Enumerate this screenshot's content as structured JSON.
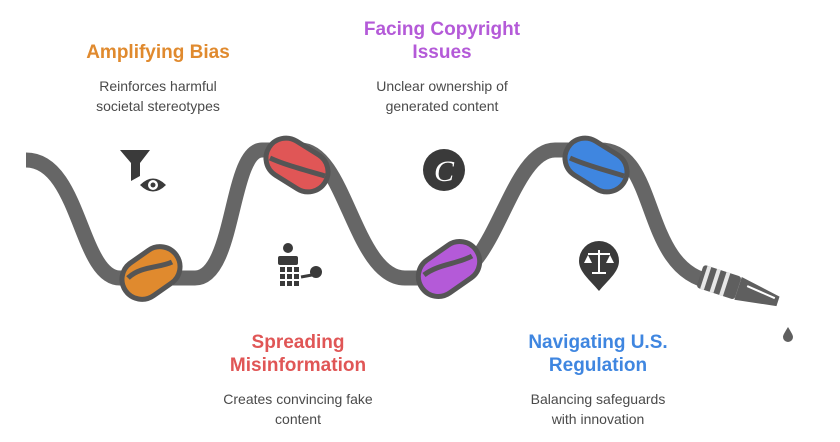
{
  "steps": [
    {
      "title_line1": "Amplifying Bias",
      "title_line2": "",
      "desc_line1": "Reinforces harmful",
      "desc_line2": "societal stereotypes",
      "color": "#e08a2e",
      "icon": "filter-eye-icon"
    },
    {
      "title_line1": "Spreading",
      "title_line2": "Misinformation",
      "desc_line1": "Creates convincing fake",
      "desc_line2": "content",
      "color": "#e05656",
      "icon": "person-broadcast-icon"
    },
    {
      "title_line1": "Facing Copyright",
      "title_line2": "Issues",
      "desc_line1": "Unclear ownership of",
      "desc_line2": "generated content",
      "color": "#b45ad8",
      "icon": "copyright-c-icon"
    },
    {
      "title_line1": "Navigating U.S.",
      "title_line2": "Regulation",
      "desc_line1": "Balancing safeguards",
      "desc_line2": "with innovation",
      "color": "#3f86e0",
      "icon": "scales-marker-icon"
    }
  ],
  "hose_color": "#666666"
}
